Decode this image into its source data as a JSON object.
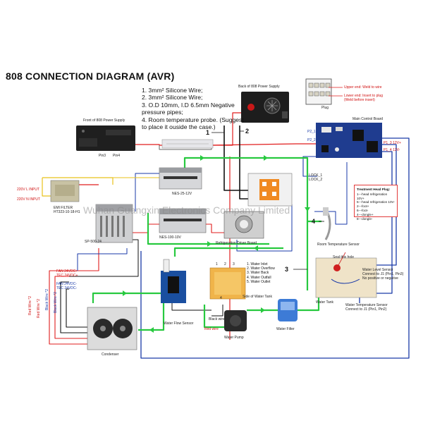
{
  "title": "808 CONNECTION DIAGRAM (AVR)",
  "legend": [
    "1. 3mm² Silicone Wire;",
    "2. 3mm² Silicone Wire;",
    "3. O.D 10mm, I.D 6.5mm Negative pressure pipes;",
    "4. Room temperature probe. (Suggest to place it ouside the case.)"
  ],
  "labels": {
    "back_power": "Back of 808 Power Supply",
    "front_power": "Front of 808 Power Supply",
    "pin3": "Pin3",
    "pin4": "Pin4",
    "plug": "Plug",
    "upper_end": "Upper end: Weld to wire",
    "lower_end": "Lower end: Insert to plug",
    "lower_end_2": "(Weld before insert)",
    "main_board": "Main Control Board",
    "p2_1": "P2_1",
    "p2_2": "P2_2",
    "p1_3": "P1_3 12V+",
    "p1_4": "P1_4 12V-",
    "lock_1": "LOCK_1",
    "lock_2": "LOCK_2",
    "l_input": "220V L INPUT",
    "n_input": "220V N INPUT",
    "emi": "EMI FILTER",
    "emi_model": "HT323-10-18-H1",
    "nes25": "NES-25-12V",
    "nes100": "NES-100-10V",
    "sp500": "SP-500-24",
    "refrig_driver": "Refrigeration Driver Board",
    "room_probe": "Room Temperature Sensor",
    "fan_vcc_plus": "FAN 24VDC+",
    "tec_vcc_plus": "TEC 24VDC+",
    "fan_vcc_minus": "FAN 24VDC-",
    "tec_vcc_minus": "TEC 24VDC-",
    "red_wire_1": "Red Wire *2",
    "red_wire_2": "Red Wire *2",
    "black_wire_1": "Black Wire *2",
    "black_wire_2": "Black Wire *2",
    "condenser": "Condenser",
    "flow_sensor": "Water Flow Sensor",
    "black_wire": "Black wire",
    "red_wire": "Red wire",
    "tank_side": "Side of Water Tank",
    "water_pump": "Water Pump",
    "water_filter": "Water Filter",
    "water_tank": "Water Tank",
    "seal_hole": "Seal this hole",
    "water_level": "Water Level Sensor",
    "water_level_2": "Connect to J1 (Pin1, Pin3)",
    "water_level_3": "No positive or negative",
    "water_temp": "Water Temperature Sensor",
    "water_temp_2": "Connect to J1 (Pin1, Pin2)",
    "n1": "1",
    "n2": "2",
    "n3": "3",
    "n4": "4",
    "p_1": "1",
    "p_2": "2",
    "p_3": "3",
    "p_4": "4"
  },
  "port_list": [
    "1. Water Inlet",
    "2. Water Overflow",
    "3. Water Back",
    "4. Water Outfall",
    "5. Water Outlet"
  ],
  "treatment_plug": {
    "heading": "Treatment Head Plug:",
    "items": [
      "1---head refrigeration 10V+",
      "5---head refrigeration 10V-",
      "2---foot+",
      "6---foot-",
      "4---dongle+",
      "8---dongle-"
    ]
  },
  "watermark": "Wuhan Guangxin Electronics Company Limited",
  "colors": {
    "red": "#e11d1d",
    "blue": "#1a3aa8",
    "green": "#27c93f",
    "black": "#111111",
    "yellow": "#e8c21a",
    "board_blue": "#1f3c8f",
    "watermark": "#8a8a8a"
  }
}
